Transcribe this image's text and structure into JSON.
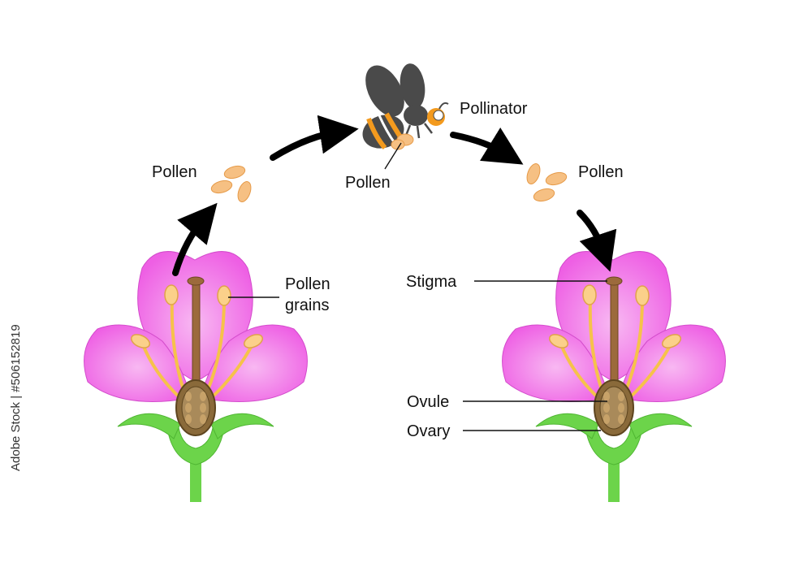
{
  "labels": {
    "pollen_left": "Pollen",
    "pollinator": "Pollinator",
    "pollen_bee": "Pollen",
    "pollen_right": "Pollen",
    "pollen_grains_line1": "Pollen",
    "pollen_grains_line2": "grains",
    "stigma": "Stigma",
    "ovule": "Ovule",
    "ovary": "Ovary"
  },
  "watermark": "Adobe Stock | #506152819",
  "colors": {
    "petal": "#f06ce8",
    "petal_edge": "#c93cc2",
    "sepal": "#6cd44a",
    "stem": "#6cd44a",
    "style": "#9c6a3c",
    "ovary": "#8a6a3a",
    "ovule": "#c7a269",
    "filament": "#f6c24a",
    "anther": "#fbd08a",
    "pollen": "#f6c083",
    "bee_dark": "#4a4a4a",
    "bee_orange": "#f39a1e",
    "arrow": "#000000"
  }
}
